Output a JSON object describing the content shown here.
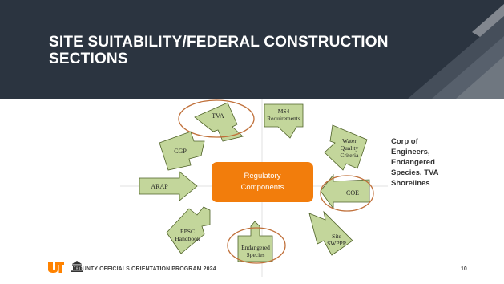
{
  "slide": {
    "title": "SITE SUITABILITY/FEDERAL CONSTRUCTION SECTIONS",
    "center": {
      "line1": "Regulatory",
      "line2": "Components"
    },
    "arrows": {
      "tva": "TVA",
      "ms4": [
        "MS4",
        "Requirements"
      ],
      "water": [
        "Water",
        "Quality",
        "Criteria"
      ],
      "cgp": "CGP",
      "arap": "ARAP",
      "coe": "COE",
      "epsc": [
        "EPSC",
        "Handbook"
      ],
      "endangered": [
        "Endangered",
        "Species"
      ],
      "swppp": [
        "Site",
        "SWPPP"
      ]
    },
    "side_note": [
      "Corp of",
      "Engineers,",
      "Endangered",
      "Species, TVA",
      "Shorelines"
    ],
    "footer": "COUNTY OFFICIALS ORIENTATION PROGRAM 2024",
    "page_number": "10"
  },
  "colors": {
    "header": "#2b3440",
    "center": "#f27d0c",
    "arrow_fill": "#c3d69b",
    "arrow_stroke": "#4f6228",
    "circle": "#c0703a",
    "ut_orange": "#ff8200"
  },
  "icons": {
    "ut_logo": "ut-logo-icon",
    "building": "building-icon"
  }
}
